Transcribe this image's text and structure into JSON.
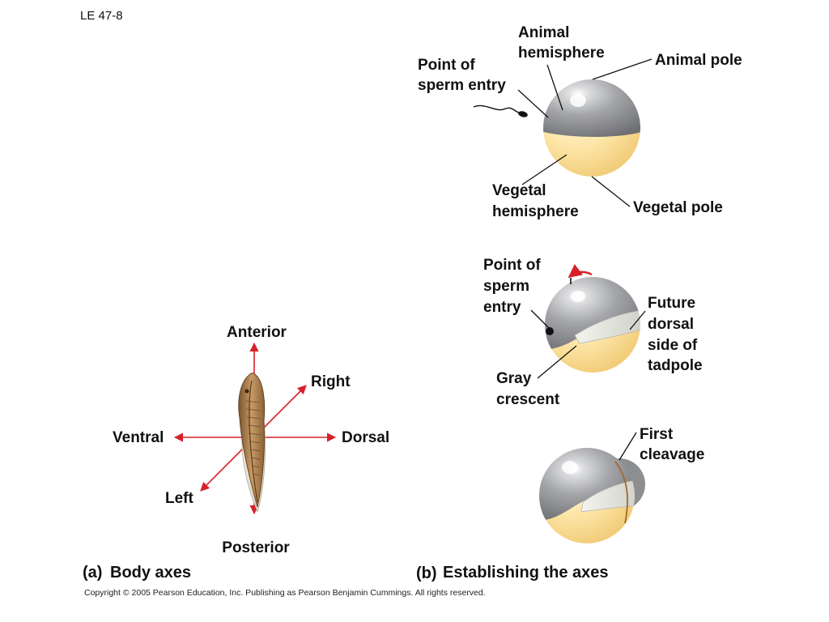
{
  "slide_title": "LE 47-8",
  "part_a": {
    "letter": "(a)",
    "caption": "Body axes",
    "labels": {
      "anterior": "Anterior",
      "posterior": "Posterior",
      "right": "Right",
      "left": "Left",
      "ventral": "Ventral",
      "dorsal": "Dorsal"
    }
  },
  "part_b": {
    "letter": "(b)",
    "caption": "Establishing the axes",
    "egg1": {
      "animal_hemisphere": [
        "Animal",
        "hemisphere"
      ],
      "animal_pole": "Animal pole",
      "sperm_entry": [
        "Point of",
        "sperm entry"
      ],
      "vegetal_hemisphere": [
        "Vegetal",
        "hemisphere"
      ],
      "vegetal_pole": "Vegetal pole"
    },
    "egg2": {
      "sperm_entry": [
        "Point of",
        "sperm",
        "entry"
      ],
      "future_dorsal": [
        "Future",
        "dorsal",
        "side of",
        "tadpole"
      ],
      "gray_crescent": [
        "Gray",
        "crescent"
      ]
    },
    "egg3": {
      "first_cleavage": [
        "First",
        "cleavage"
      ]
    }
  },
  "colors": {
    "animal_gray": "#9a9b9d",
    "vegetal_yellow": "#fbe2a0",
    "crescent_gray": "#e4e4df",
    "axis_red": "#d8202a"
  },
  "copyright": "Copyright ©  2005 Pearson Education, Inc. Publishing as Pearson Benjamin Cummings. All rights reserved."
}
